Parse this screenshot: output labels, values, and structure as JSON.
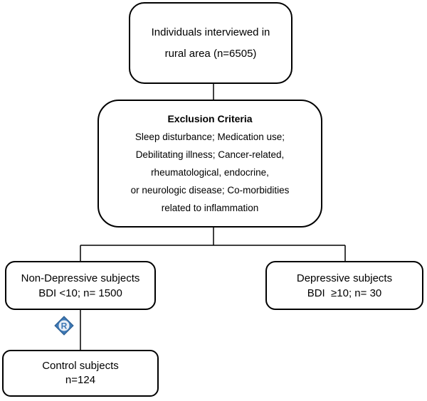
{
  "nodes": {
    "top": {
      "lines": [
        "Individuals interviewed in",
        "rural area (n=6505)"
      ]
    },
    "exclusion": {
      "title": "Exclusion Criteria",
      "lines": [
        "Sleep disturbance; Medication use;",
        "Debilitating illness; Cancer-related,",
        "rheumatological, endocrine,",
        "or neurologic disease; Co-morbidities",
        "related to inflammation"
      ]
    },
    "non_depressive": {
      "lines": [
        "Non-Depressive subjects",
        "BDI <10; n= 1500"
      ]
    },
    "depressive": {
      "lines": [
        "Depressive subjects",
        "BDI  ≥10; n= 30"
      ]
    },
    "control": {
      "lines": [
        "Control subjects",
        "n=124"
      ]
    }
  },
  "badge": {
    "label": "R",
    "fill": "#3d78b5"
  },
  "colors": {
    "stroke": "#000000",
    "background": "#ffffff"
  }
}
